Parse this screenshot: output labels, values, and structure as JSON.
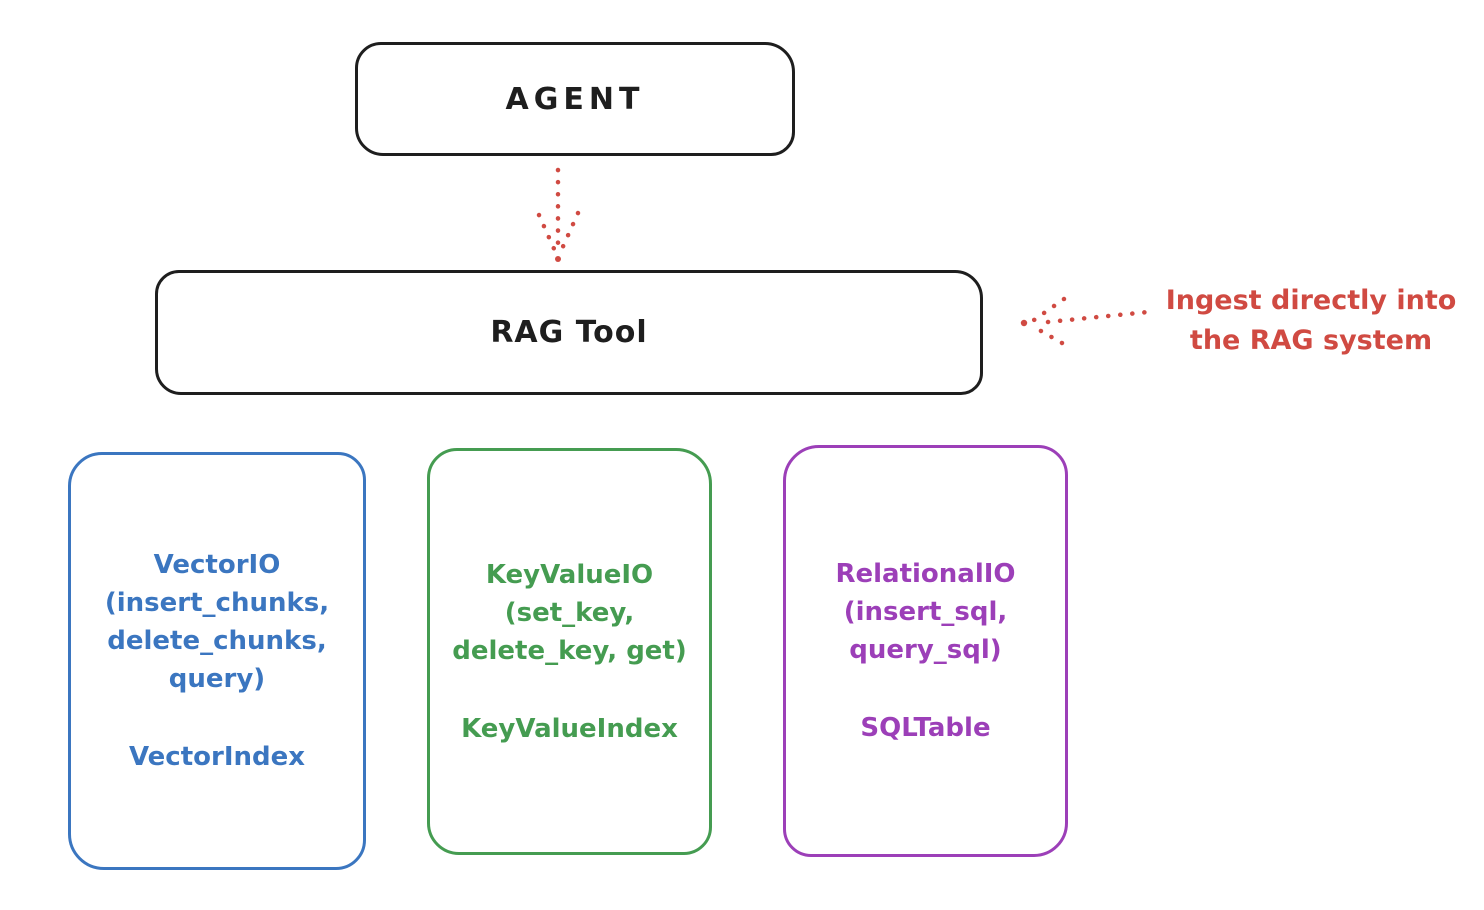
{
  "agent": {
    "label": "AGENT"
  },
  "rag_tool": {
    "label": "RAG Tool"
  },
  "annotation": {
    "line1": "Ingest directly into",
    "line2": "the RAG system"
  },
  "vector_box": {
    "lines": [
      "VectorIO",
      "(insert_chunks,",
      "delete_chunks,",
      "query)"
    ],
    "index_label": "VectorIndex"
  },
  "keyvalue_box": {
    "lines": [
      "KeyValueIO",
      "(set_key,",
      "delete_key, get)"
    ],
    "index_label": "KeyValueIndex"
  },
  "relational_box": {
    "lines": [
      "RelationalIO",
      "(insert_sql,",
      "query_sql)"
    ],
    "index_label": "SQLTable"
  },
  "colors": {
    "ink": "#1e1e1e",
    "red": "#d04a42",
    "blue": "#3b76c0",
    "green": "#459c51",
    "purple": "#9c3fb8",
    "background": "#ffffff"
  }
}
